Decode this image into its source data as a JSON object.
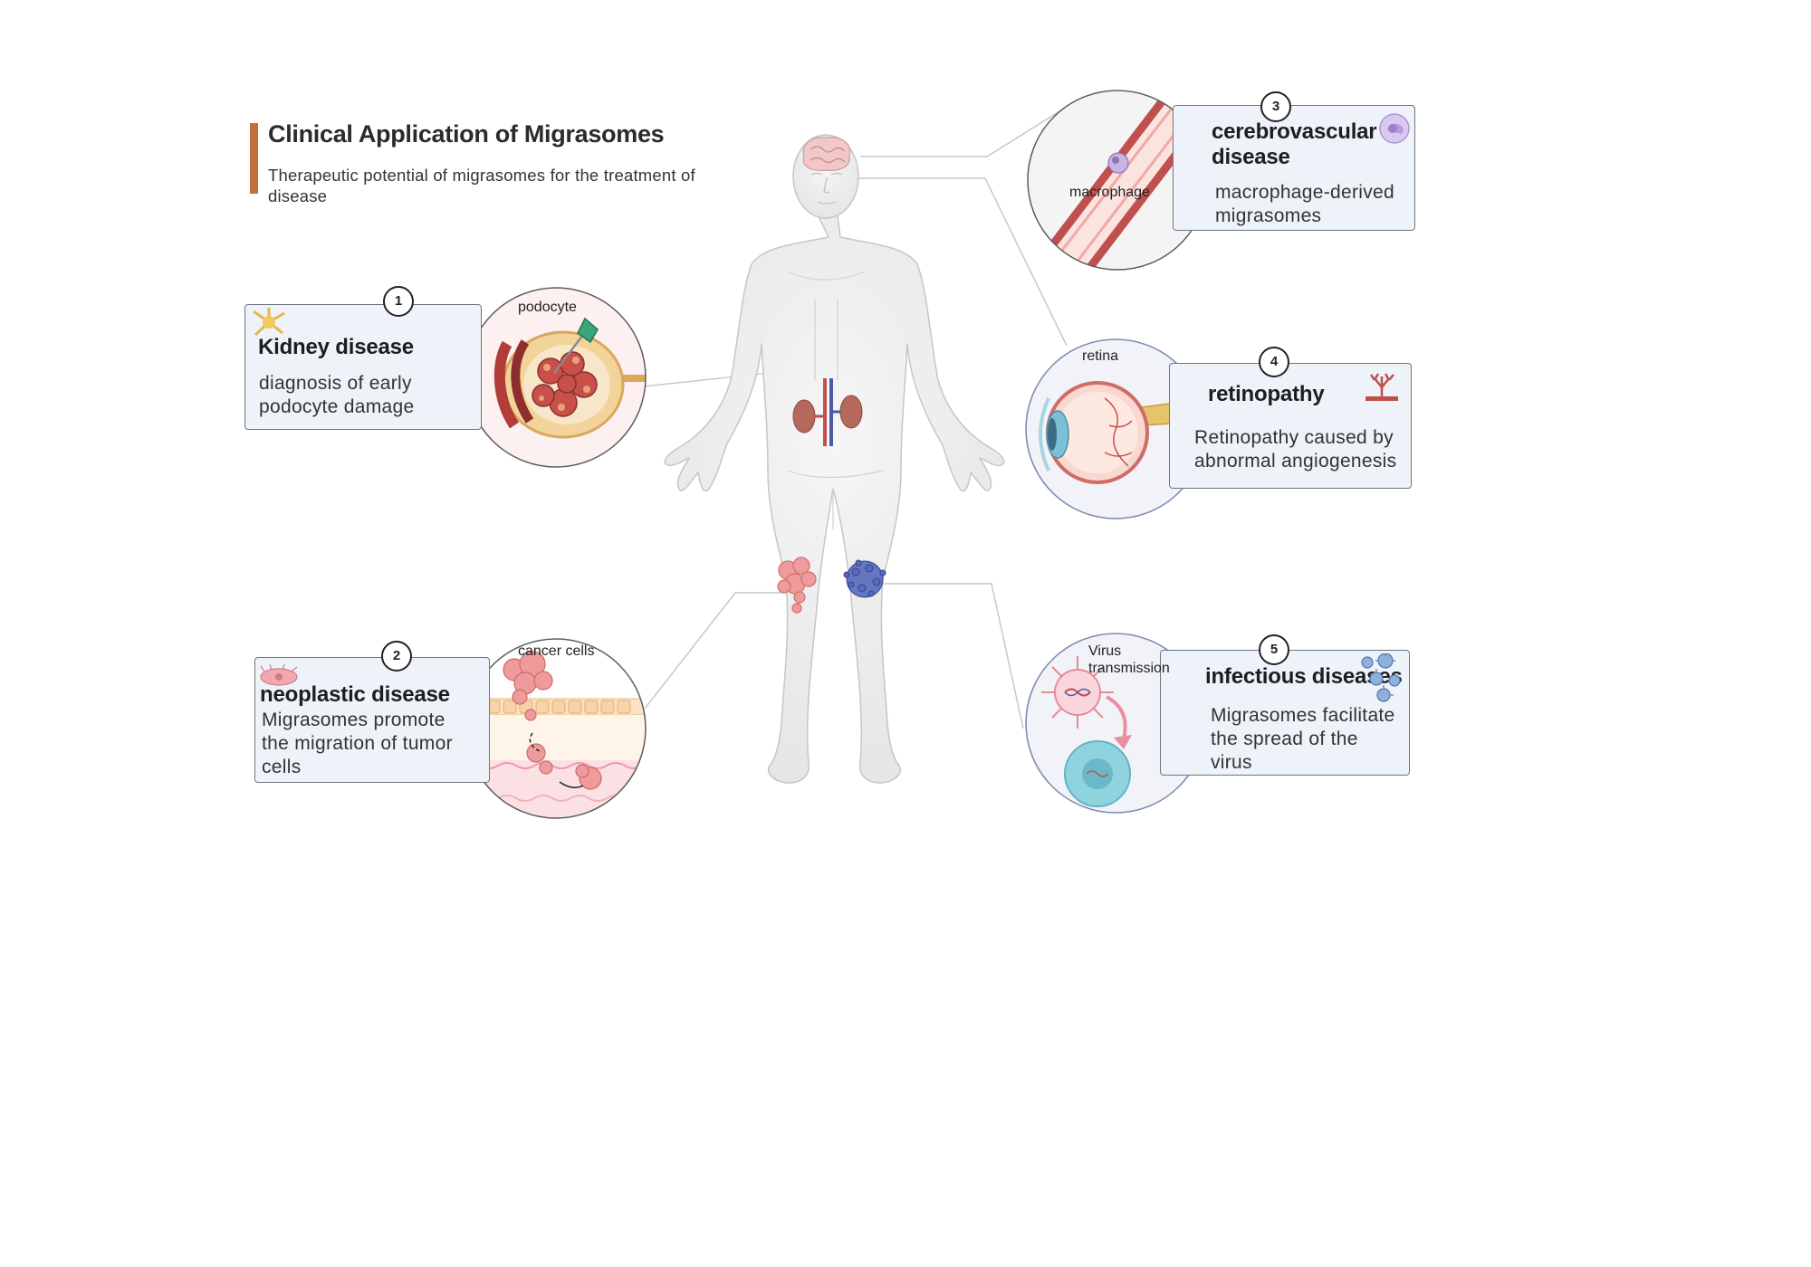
{
  "header": {
    "title": "Clinical Application of Migrasomes",
    "subtitle": "Therapeutic potential of migrasomes for the treatment of disease",
    "accent_color": "#c0703c"
  },
  "cards": [
    {
      "number": "1",
      "title": "Kidney disease",
      "description": "diagnosis of early podocyte damage",
      "circle_label": "podocyte",
      "icon": "podocyte-cell-icon"
    },
    {
      "number": "2",
      "title": "neoplastic disease",
      "description": "Migrasomes promote the migration of tumor cells",
      "circle_label": "cancer cells",
      "icon": "tumor-cell-icon"
    },
    {
      "number": "3",
      "title": "cerebrovascular disease",
      "description": "macrophage-derived migrasomes",
      "circle_label": "macrophage",
      "icon": "macrophage-icon"
    },
    {
      "number": "4",
      "title": "retinopathy",
      "description": "Retinopathy caused by abnormal angiogenesis",
      "circle_label": "retina",
      "icon": "angiogenesis-icon"
    },
    {
      "number": "5",
      "title": "infectious diseases",
      "description": "Migrasomes facilitate the spread of the virus",
      "circle_label": "Virus transmission",
      "icon": "virus-icon"
    }
  ],
  "colors": {
    "card_background": "#eef2f9",
    "card_border": "#6f7680",
    "body": "#eeeeee",
    "vessel": "#c0504d",
    "connector": "#c8c8c8"
  }
}
